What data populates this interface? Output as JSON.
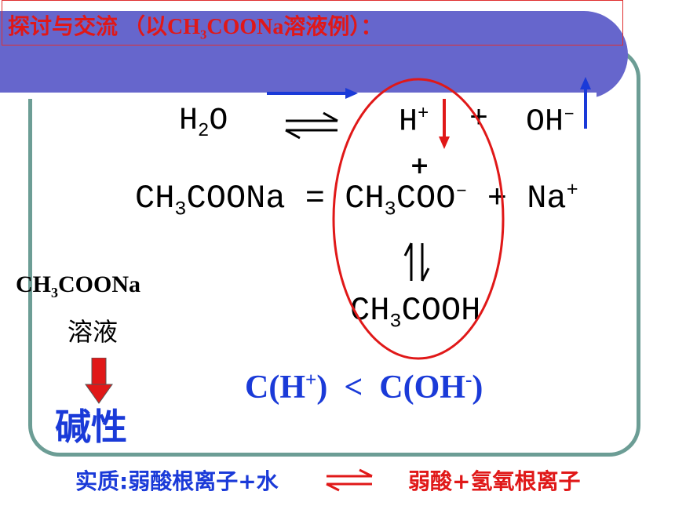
{
  "title": {
    "prefix": "探讨与交流 （以CH",
    "sub": "3",
    "suffix": "COONa溶液例）："
  },
  "water_eq": {
    "h2o_main": "H",
    "h2o_sub": "2",
    "h2o_tail": "O",
    "h_ion": "H",
    "h_charge": "+",
    "plus": "+",
    "oh_ion": "OH",
    "oh_charge": "–"
  },
  "plus_sign": "+",
  "salt_eq": {
    "lhs_a": "CH",
    "lhs_sub": "3",
    "lhs_b": "COONa",
    "equals": "=",
    "rhs_a": "CH",
    "rhs_sub": "3",
    "rhs_b": "COO",
    "rhs_charge": "–",
    "plus": "+",
    "na": "Na",
    "na_charge": "+"
  },
  "product": {
    "a": "CH",
    "sub": "3",
    "b": "COOH"
  },
  "solution_label": {
    "a": "CH",
    "sub": "3",
    "b": "COONa",
    "line2": "溶液"
  },
  "result": "碱性",
  "comparison": {
    "left_a": "C(H",
    "left_charge": "+",
    "left_b": ")",
    "op": "<",
    "right_a": "C(OH",
    "right_charge": "-",
    "right_b": ")"
  },
  "essence": {
    "lhs": "实质:弱酸根离子+水",
    "rhs": "弱酸+氢氧根离子"
  },
  "colors": {
    "banner": "#6666cc",
    "frame": "#6c9d95",
    "accent_red": "#e01818",
    "accent_blue": "#1a3ad8"
  }
}
